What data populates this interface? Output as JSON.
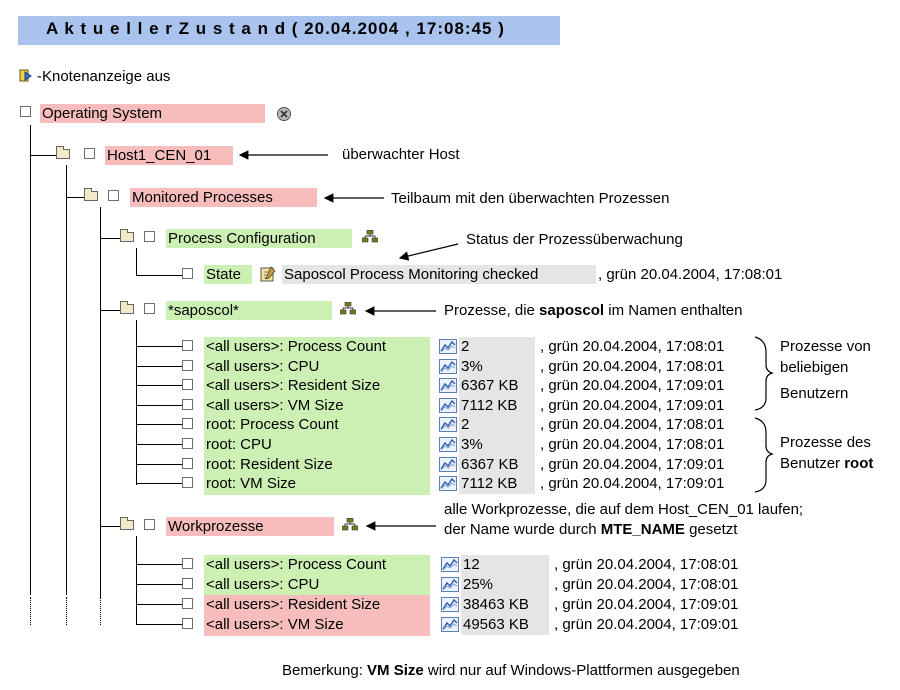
{
  "title": "A k t u e l l e r   Z u s t a n d ( 20.04.2004 , 17:08:45 )",
  "legend": "-Knotenanzeige aus",
  "nodes": {
    "os": "Operating System",
    "host": "Host1_CEN_01",
    "monitored": "Monitored Processes",
    "proc_config": "Process Configuration",
    "state": "State",
    "state_value": "Saposcol Process Monitoring checked",
    "state_status": ", grün 20.04.2004, 17:08:01",
    "saposcol": "*saposcol*",
    "workprozesse": "Workprozesse"
  },
  "saposcol_rows": [
    {
      "label": "<all users>: Process Count",
      "value": "2",
      "status": ", grün 20.04.2004, 17:08:01"
    },
    {
      "label": "<all users>: CPU",
      "value": "3%",
      "status": ", grün 20.04.2004, 17:08:01"
    },
    {
      "label": "<all users>: Resident Size",
      "value": "6367 KB",
      "status": ", grün 20.04.2004, 17:09:01"
    },
    {
      "label": "<all users>: VM Size",
      "value": "7112 KB",
      "status": ", grün 20.04.2004, 17:09:01"
    },
    {
      "label": "root: Process Count",
      "value": "2",
      "status": ", grün 20.04.2004, 17:08:01"
    },
    {
      "label": "root: CPU",
      "value": "3%",
      "status": ", grün 20.04.2004, 17:08:01"
    },
    {
      "label": "root: Resident Size",
      "value": "6367 KB",
      "status": ", grün 20.04.2004, 17:09:01"
    },
    {
      "label": "root: VM Size",
      "value": "7112 KB",
      "status": ", grün 20.04.2004, 17:09:01"
    }
  ],
  "work_rows": [
    {
      "label": "<all users>: Process Count",
      "value": "12",
      "status": ", grün 20.04.2004, 17:08:01",
      "color": "green"
    },
    {
      "label": "<all users>: CPU",
      "value": "25%",
      "status": ", grün 20.04.2004, 17:08:01",
      "color": "green"
    },
    {
      "label": "<all users>: Resident Size",
      "value": "38463 KB",
      "status": ", grün 20.04.2004, 17:09:01",
      "color": "red"
    },
    {
      "label": "<all users>: VM Size",
      "value": "49563 KB",
      "status": ", grün 20.04.2004, 17:09:01",
      "color": "red"
    }
  ],
  "annotations": {
    "host": "überwachter Host",
    "subtree": "Teilbaum mit den überwachten Prozessen",
    "status": "Status der Prozessüberwachung",
    "saposcol_pre": "Prozesse, die ",
    "saposcol_bold": "saposcol",
    "saposcol_post": " im Namen enthalten",
    "any_users_1": "Prozesse von",
    "any_users_2": "beliebigen",
    "any_users_3": "Benutzern",
    "root_1": "Prozesse des",
    "root_2_pre": "Benutzer ",
    "root_2_bold": "root",
    "work_1": "alle Workprozesse, die auf dem Host_CEN_01 laufen;",
    "work_2_pre": "der Name wurde durch ",
    "work_2_bold": "MTE_NAME",
    "work_2_post": " gesetzt",
    "remark_pre": "Bemerkung: ",
    "remark_bold": "VM Size",
    "remark_post": " wird nur auf Windows-Plattformen ausgegeben"
  },
  "colors": {
    "banner": "#a9c3ee",
    "red_node": "#f7bcbc",
    "green_node": "#ccf0b4"
  }
}
